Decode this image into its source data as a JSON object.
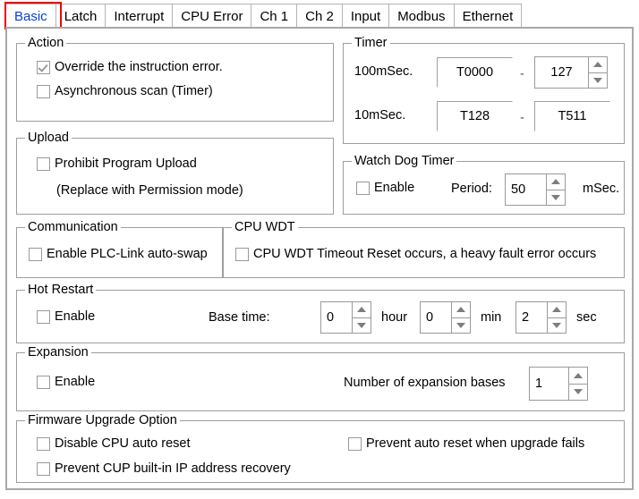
{
  "tabs": [
    {
      "label": "Basic",
      "selected": true
    },
    {
      "label": "Latch",
      "selected": false
    },
    {
      "label": "Interrupt",
      "selected": false
    },
    {
      "label": "CPU Error",
      "selected": false
    },
    {
      "label": "Ch 1",
      "selected": false
    },
    {
      "label": "Ch 2",
      "selected": false
    },
    {
      "label": "Input",
      "selected": false
    },
    {
      "label": "Modbus",
      "selected": false
    },
    {
      "label": "Ethernet",
      "selected": false
    }
  ],
  "highlight_color": "#f10000",
  "selected_tab_color": "#0a3de8",
  "action": {
    "legend": "Action",
    "override_error": {
      "label": "Override the instruction error.",
      "checked": true
    },
    "async_scan": {
      "label": "Asynchronous scan (Timer)",
      "checked": false
    }
  },
  "timer": {
    "legend": "Timer",
    "row_100ms": {
      "label": "100mSec.",
      "start": "T0000",
      "separator": "-",
      "end": "127"
    },
    "row_10ms": {
      "label": "10mSec.",
      "start": "T128",
      "separator": "-",
      "end": "T511"
    }
  },
  "upload": {
    "legend": "Upload",
    "prohibit": {
      "label": "Prohibit Program Upload",
      "checked": false
    },
    "note": "(Replace with Permission mode)"
  },
  "watchdog": {
    "legend": "Watch Dog Timer",
    "enable": {
      "label": "Enable",
      "checked": false
    },
    "period_label": "Period:",
    "period_value": "50",
    "unit": "mSec."
  },
  "communication": {
    "legend": "Communication",
    "plc_link": {
      "label": "Enable PLC-Link auto-swap",
      "checked": false
    }
  },
  "cpu_wdt": {
    "legend": "CPU WDT",
    "timeout": {
      "label": "CPU WDT Timeout Reset occurs, a heavy fault error occurs",
      "checked": false
    }
  },
  "hot_restart": {
    "legend": "Hot Restart",
    "enable": {
      "label": "Enable",
      "checked": false
    },
    "base_time_label": "Base time:",
    "hour_value": "0",
    "hour_unit": "hour",
    "min_value": "0",
    "min_unit": "min",
    "sec_value": "2",
    "sec_unit": "sec"
  },
  "expansion": {
    "legend": "Expansion",
    "enable": {
      "label": "Enable",
      "checked": false
    },
    "bases_label": "Number of expansion bases",
    "bases_value": "1"
  },
  "firmware": {
    "legend": "Firmware Upgrade Option",
    "disable_auto_reset": {
      "label": "Disable CPU auto reset",
      "checked": false
    },
    "prevent_on_fail": {
      "label": "Prevent auto reset when upgrade fails",
      "checked": false
    },
    "prevent_ip_recovery": {
      "label": "Prevent CUP built-in IP address recovery",
      "checked": false
    }
  },
  "icons": {
    "spin_up": "triangle-up-icon",
    "spin_down": "triangle-down-icon",
    "check": "checkmark-icon"
  }
}
